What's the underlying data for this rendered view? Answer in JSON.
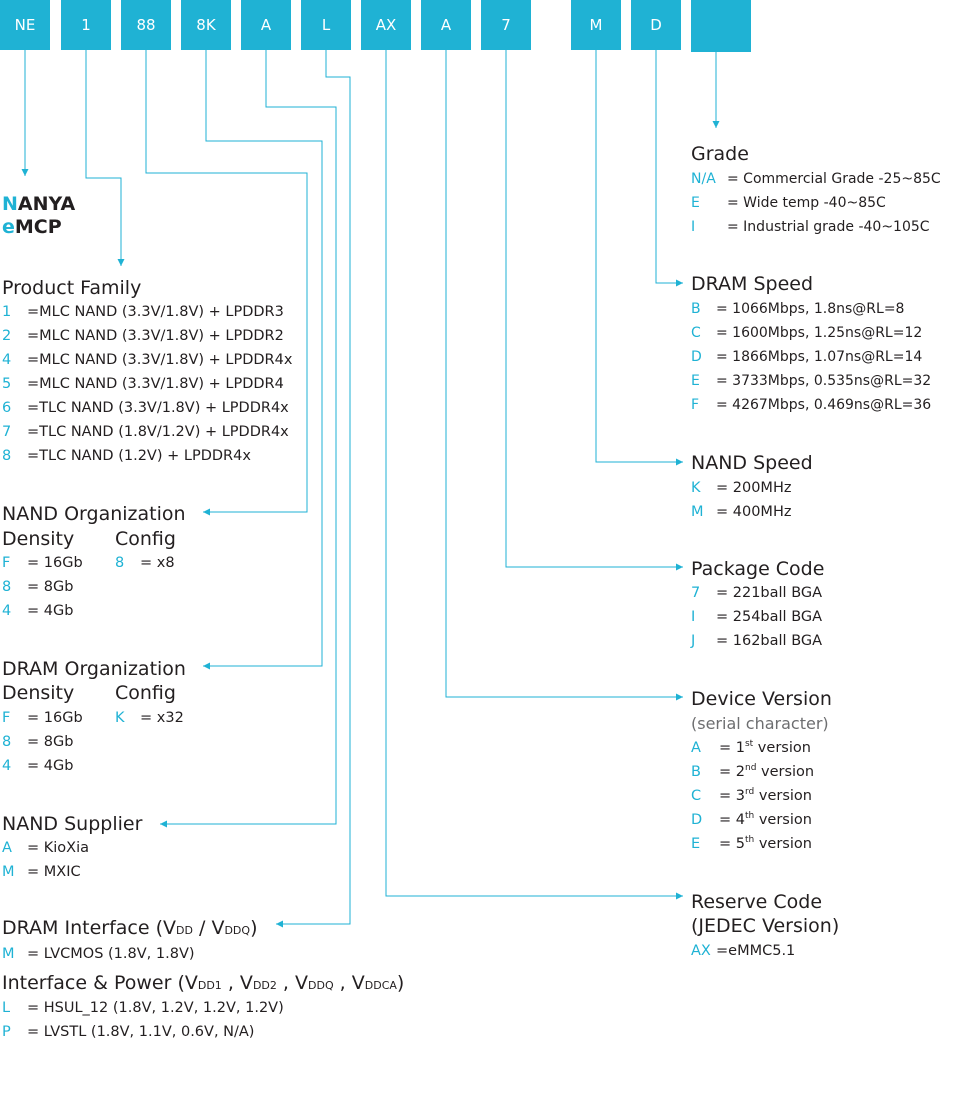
{
  "code_boxes": [
    "NE",
    "1",
    "88",
    "8K",
    "A",
    "L",
    "AX",
    "A",
    "7",
    "M",
    "D",
    ""
  ],
  "brand": {
    "line1_first": "N",
    "line1_rest": "ANYA",
    "line2_first": "e",
    "line2_rest": "MCP"
  },
  "product_family": {
    "title": "Product Family",
    "items": [
      {
        "code": "1",
        "desc": "=MLC NAND (3.3V/1.8V) + LPDDR3"
      },
      {
        "code": "2",
        "desc": "=MLC NAND (3.3V/1.8V) + LPDDR2"
      },
      {
        "code": "4",
        "desc": "=MLC NAND (3.3V/1.8V) + LPDDR4x"
      },
      {
        "code": "5",
        "desc": "=MLC NAND (3.3V/1.8V) + LPDDR4"
      },
      {
        "code": "6",
        "desc": "=TLC NAND (3.3V/1.8V) + LPDDR4x"
      },
      {
        "code": "7",
        "desc": "=TLC NAND (1.8V/1.2V) + LPDDR4x"
      },
      {
        "code": "8",
        "desc": "=TLC NAND (1.2V) + LPDDR4x"
      }
    ]
  },
  "nand_org": {
    "title": "NAND Organization",
    "density": "Density",
    "config": "Config",
    "density_items": [
      {
        "code": "F",
        "desc": "= 16Gb"
      },
      {
        "code": "8",
        "desc": "= 8Gb"
      },
      {
        "code": "4",
        "desc": "= 4Gb"
      }
    ],
    "config_items": [
      {
        "code": "8",
        "desc": "= x8"
      }
    ]
  },
  "dram_org": {
    "title": "DRAM Organization",
    "density": "Density",
    "config": "Config",
    "density_items": [
      {
        "code": "F",
        "desc": "= 16Gb"
      },
      {
        "code": "8",
        "desc": "= 8Gb"
      },
      {
        "code": "4",
        "desc": "= 4Gb"
      }
    ],
    "config_items": [
      {
        "code": "K",
        "desc": "= x32"
      }
    ]
  },
  "nand_supplier": {
    "title": "NAND Supplier",
    "items": [
      {
        "code": "A",
        "desc": "= KioXia"
      },
      {
        "code": "M",
        "desc": "= MXIC"
      }
    ]
  },
  "dram_interface": {
    "title_pre": "DRAM Interface (V",
    "title_sub1": "DD",
    "title_mid": " / V",
    "title_sub2": "DDQ",
    "title_post": ")",
    "items": [
      {
        "code": "M",
        "desc": "= LVCMOS (1.8V, 1.8V)"
      }
    ]
  },
  "interface_power": {
    "t1": "Interface & Power (V",
    "s1": "DD1",
    "t2": " , V",
    "s2": "DD2",
    "t3": " , V",
    "s3": "DDQ",
    "t4": " , V",
    "s4": "DDCA",
    "t5": ")",
    "items": [
      {
        "code": "L",
        "desc": "= HSUL_12 (1.8V, 1.2V, 1.2V, 1.2V)"
      },
      {
        "code": "P",
        "desc": "= LVSTL (1.8V, 1.1V, 0.6V, N/A)"
      }
    ]
  },
  "grade": {
    "title": "Grade",
    "items": [
      {
        "code": "N/A",
        "desc": "= Commercial Grade -25~85C"
      },
      {
        "code": "E",
        "desc": "= Wide temp -40~85C"
      },
      {
        "code": "I",
        "desc": "= Industrial grade -40~105C"
      }
    ]
  },
  "dram_speed": {
    "title": "DRAM Speed",
    "items": [
      {
        "code": "B",
        "desc": "= 1066Mbps, 1.8ns@RL=8"
      },
      {
        "code": "C",
        "desc": "= 1600Mbps, 1.25ns@RL=12"
      },
      {
        "code": "D",
        "desc": "= 1866Mbps, 1.07ns@RL=14"
      },
      {
        "code": "E",
        "desc": "= 3733Mbps, 0.535ns@RL=32"
      },
      {
        "code": "F",
        "desc": "= 4267Mbps, 0.469ns@RL=36"
      }
    ]
  },
  "nand_speed": {
    "title": "NAND Speed",
    "items": [
      {
        "code": "K",
        "desc": "= 200MHz"
      },
      {
        "code": "M",
        "desc": "= 400MHz"
      }
    ]
  },
  "package_code": {
    "title": "Package Code",
    "items": [
      {
        "code": "7",
        "desc": "= 221ball BGA"
      },
      {
        "code": "I",
        "desc": "= 254ball BGA"
      },
      {
        "code": "J",
        "desc": "= 162ball BGA"
      }
    ]
  },
  "device_version": {
    "title": "Device Version",
    "subtitle": "(serial character)",
    "items": [
      {
        "code": "A",
        "pre": "= 1",
        "sup": "st",
        "post": " version"
      },
      {
        "code": "B",
        "pre": "= 2",
        "sup": "nd",
        "post": " version"
      },
      {
        "code": "C",
        "pre": "= 3",
        "sup": "rd",
        "post": " version"
      },
      {
        "code": "D",
        "pre": "= 4",
        "sup": "th",
        "post": " version"
      },
      {
        "code": "E",
        "pre": "= 5",
        "sup": "th",
        "post": " version"
      }
    ]
  },
  "reserve_code": {
    "title1": "Reserve Code",
    "title2": "(JEDEC Version)",
    "items": [
      {
        "code": "AX",
        "desc": "=eMMC5.1"
      }
    ]
  },
  "colors": {
    "accent": "#1fb2d4",
    "text": "#231f20",
    "subtitle": "#6d6e70"
  }
}
